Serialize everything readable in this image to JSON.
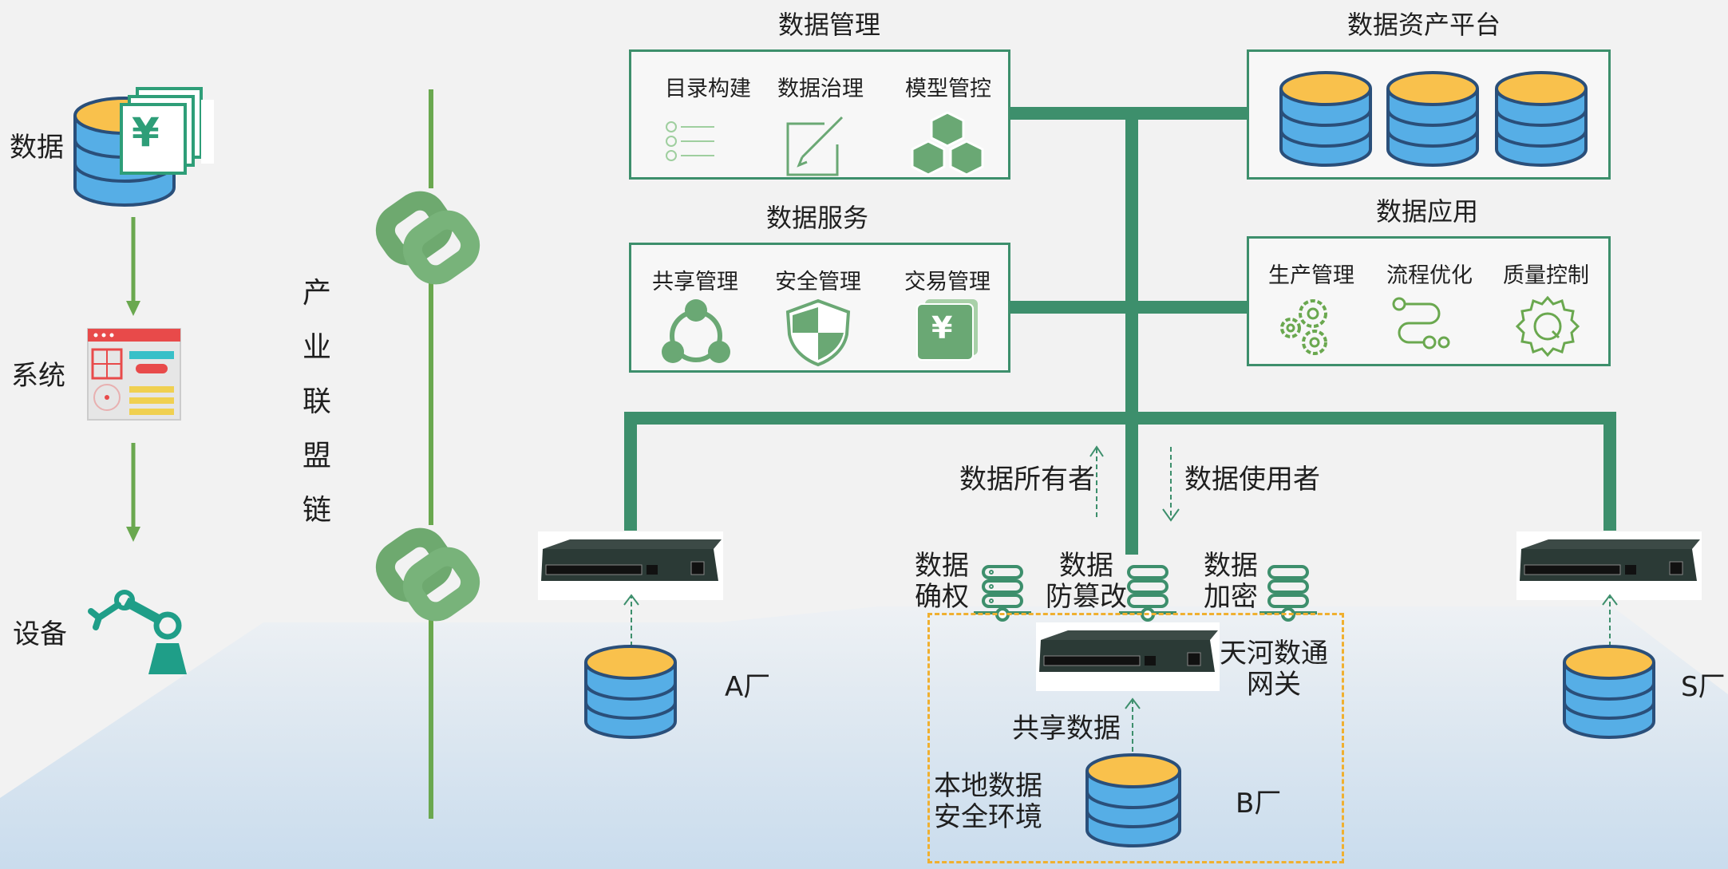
{
  "left_flow": {
    "data_label": "数据",
    "system_label": "系统",
    "device_label": "设备",
    "currency_symbol": "¥"
  },
  "chain": {
    "label_chars": [
      "产",
      "业",
      "联",
      "盟",
      "链"
    ]
  },
  "data_management": {
    "title": "数据管理",
    "items": [
      "目录构建",
      "数据治理",
      "模型管控"
    ]
  },
  "data_service": {
    "title": "数据服务",
    "items": [
      "共享管理",
      "安全管理",
      "交易管理"
    ],
    "currency_symbol": "¥"
  },
  "asset_platform": {
    "title": "数据资产平台"
  },
  "data_application": {
    "title": "数据应用",
    "items": [
      "生产管理",
      "流程优化",
      "质量控制"
    ]
  },
  "roles": {
    "owner": "数据所有者",
    "user": "数据使用者"
  },
  "security_nodes": {
    "rights": [
      "数据",
      "确权"
    ],
    "tamper": [
      "数据",
      "防篡改"
    ],
    "encrypt": [
      "数据",
      "加密"
    ]
  },
  "factories": {
    "a": "A厂",
    "b": "B厂",
    "s": "S厂"
  },
  "gateway": {
    "line1": "天河数通",
    "line2": "网关"
  },
  "b_zone": {
    "shared": "共享数据",
    "local_line1": "本地数据",
    "local_line2": "安全环境"
  },
  "colors": {
    "bus_green": "#3d8f6c",
    "chain_green": "#6aa84f",
    "db_blue": "#56aee6",
    "db_top": "#f9c14c",
    "dash_orange": "#f0b030",
    "icon_green": "#5fa86f"
  }
}
